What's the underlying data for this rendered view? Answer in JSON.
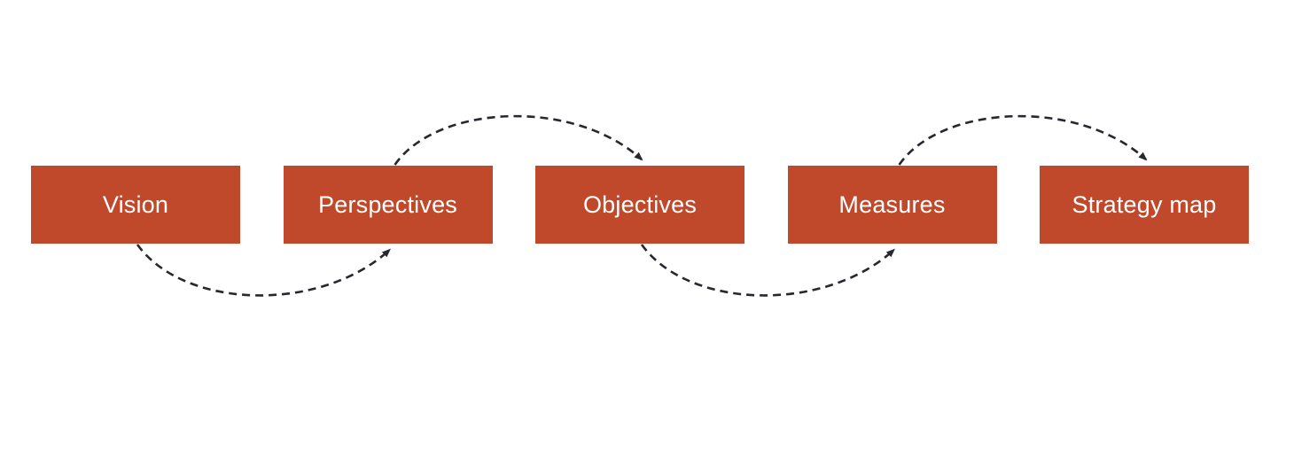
{
  "diagram": {
    "type": "process-flow",
    "nodes": [
      {
        "id": "vision",
        "label": "Vision"
      },
      {
        "id": "perspectives",
        "label": "Perspectives"
      },
      {
        "id": "objectives",
        "label": "Objectives"
      },
      {
        "id": "measures",
        "label": "Measures"
      },
      {
        "id": "strategy-map",
        "label": "Strategy map"
      }
    ],
    "connections": [
      {
        "from": "vision",
        "to": "perspectives",
        "route": "below",
        "style": "dashed-arrow"
      },
      {
        "from": "perspectives",
        "to": "objectives",
        "route": "above",
        "style": "dashed-arrow"
      },
      {
        "from": "objectives",
        "to": "measures",
        "route": "below",
        "style": "dashed-arrow"
      },
      {
        "from": "measures",
        "to": "strategy-map",
        "route": "above",
        "style": "dashed-arrow"
      }
    ]
  },
  "colors": {
    "node_fill": "#c0492b",
    "node_text": "#ffffff",
    "arrow": "#27272f",
    "background": "#ffffff"
  }
}
